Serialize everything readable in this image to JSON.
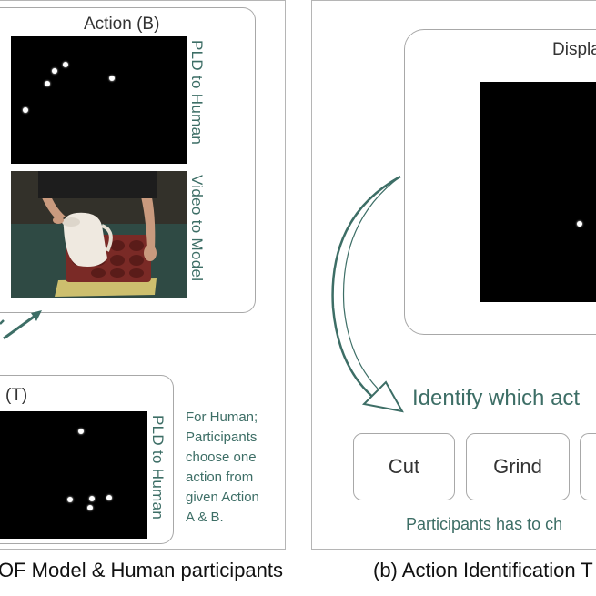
{
  "panel_a": {
    "action_b_title": "Action (B)",
    "pld_label_top": "PLD to Human",
    "video_label": "Video to Model",
    "target_title": "(T)",
    "pld_label_bottom": "PLD to Human",
    "side_note": [
      "For Human;",
      "Participants",
      "choose one",
      "action from",
      "given Action",
      "A & B."
    ],
    "caption": "OF Model & Human participants"
  },
  "panel_b": {
    "display_title": "Displa",
    "prompt": "Identify which act",
    "buttons": [
      "Cut",
      "Grind"
    ],
    "footer": "Participants has to ch",
    "caption": "(b) Action Identification T"
  },
  "colors": {
    "teal": "#3d6e66",
    "border": "#a8a8a8"
  }
}
